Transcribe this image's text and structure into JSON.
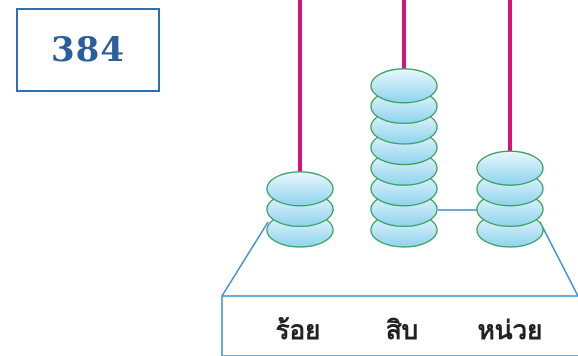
{
  "number": "384",
  "columns": [
    {
      "label": "ร้อย",
      "bead_count": 3
    },
    {
      "label": "สิบ",
      "bead_count": 8
    },
    {
      "label": "หน่วย",
      "bead_count": 4
    }
  ],
  "colors": {
    "rod": "#d6127a",
    "bead_fill_top": "#eaf8fd",
    "bead_fill_bottom": "#8fd3ee",
    "bead_stroke": "#3aa060",
    "base_line": "#3a8fd0",
    "number_border": "#2f6fb3",
    "number_text": "#2a5e9c"
  }
}
